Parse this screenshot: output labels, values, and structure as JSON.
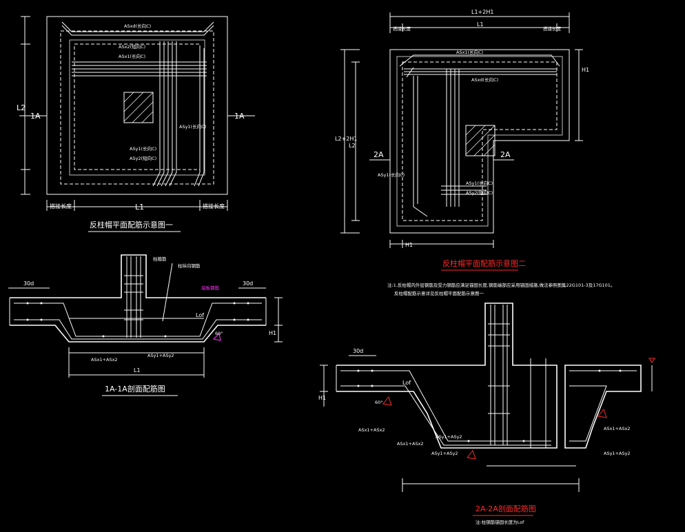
{
  "drawing_one": {
    "title": "反柱帽平面配筋示意图一",
    "section_mark_left": "1A",
    "section_mark_right": "1A",
    "dim_bottom": "L1",
    "dim_left": "L2",
    "dim_edge": "搭接长度",
    "rebar_labels": [
      "ASxd(长向C)",
      "ASx2(短向C)",
      "ASx1(长向C)",
      "ASy1(长向C)",
      "ASy1(长向C)",
      "ASy2(短向C)"
    ]
  },
  "drawing_two": {
    "title": "反柱帽平面配筋示意图二",
    "dim_top_total": "L1+2H1",
    "dim_top": "L1",
    "dim_left_total": "L2+2H1",
    "dim_left": "L2",
    "dim_right": "H1",
    "dim_bottom": "H1",
    "dim_edge": "搭接长度",
    "section_mark_left": "2A",
    "section_mark_right": "2A",
    "rebar_labels": [
      "ASx1(长向C)",
      "ASxd(长向C)",
      "ASy1(长向C)",
      "ASy1(长向C)",
      "ASy2(短向C)"
    ],
    "notes": [
      "注:1.反柱帽内外层钢筋及受力钢筋应满足锚固长度,钢筋端部应采用锚固措施,做法参照图集22G101-3及17G101。",
      "反柱帽配筋示意详见反柱帽平面配筋示意图一"
    ]
  },
  "section_one": {
    "title": "1A-1A剖面配筋图",
    "dim_left": "30d",
    "dim_right": "30d",
    "dim_mid": "Lof",
    "dim_bottom": "L1",
    "dim_h": "H1",
    "angle": "60°",
    "labels": [
      "柱箍筋",
      "柱纵向钢筋",
      "ASx1+ASx2",
      "ASy1+ASy2",
      "底板钢筋"
    ]
  },
  "section_two": {
    "title": "2A-2A剖面配筋图",
    "subtitle": "注:柱钢筋锚固长度为Lof",
    "dim_left": "30d",
    "dim_mid": "Lof",
    "dim_h": "H1",
    "angle": "60°",
    "labels": [
      "ASx1+ASx2",
      "ASx1+ASx2",
      "ASy1+ASy2",
      "ASy1+ASy2",
      "ASx1+ASx2",
      "ASy1+ASy2"
    ]
  }
}
